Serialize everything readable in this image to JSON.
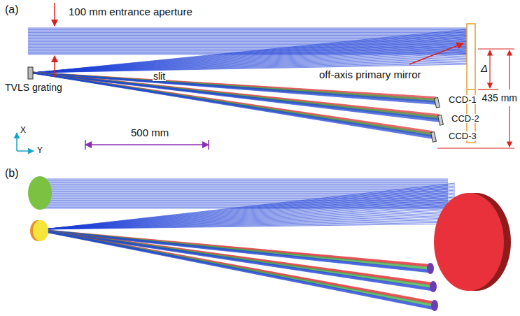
{
  "diagram": {
    "labels": [
      "(a)",
      "100 mm entrance aperture",
      "slit",
      "off-axis primary mirror",
      "TVLS grating",
      "CCD-1",
      "CCD-2",
      "CCD-3",
      "Δ",
      "435 mm",
      "X",
      "Y",
      "500 mm",
      "(b)"
    ]
  }
}
